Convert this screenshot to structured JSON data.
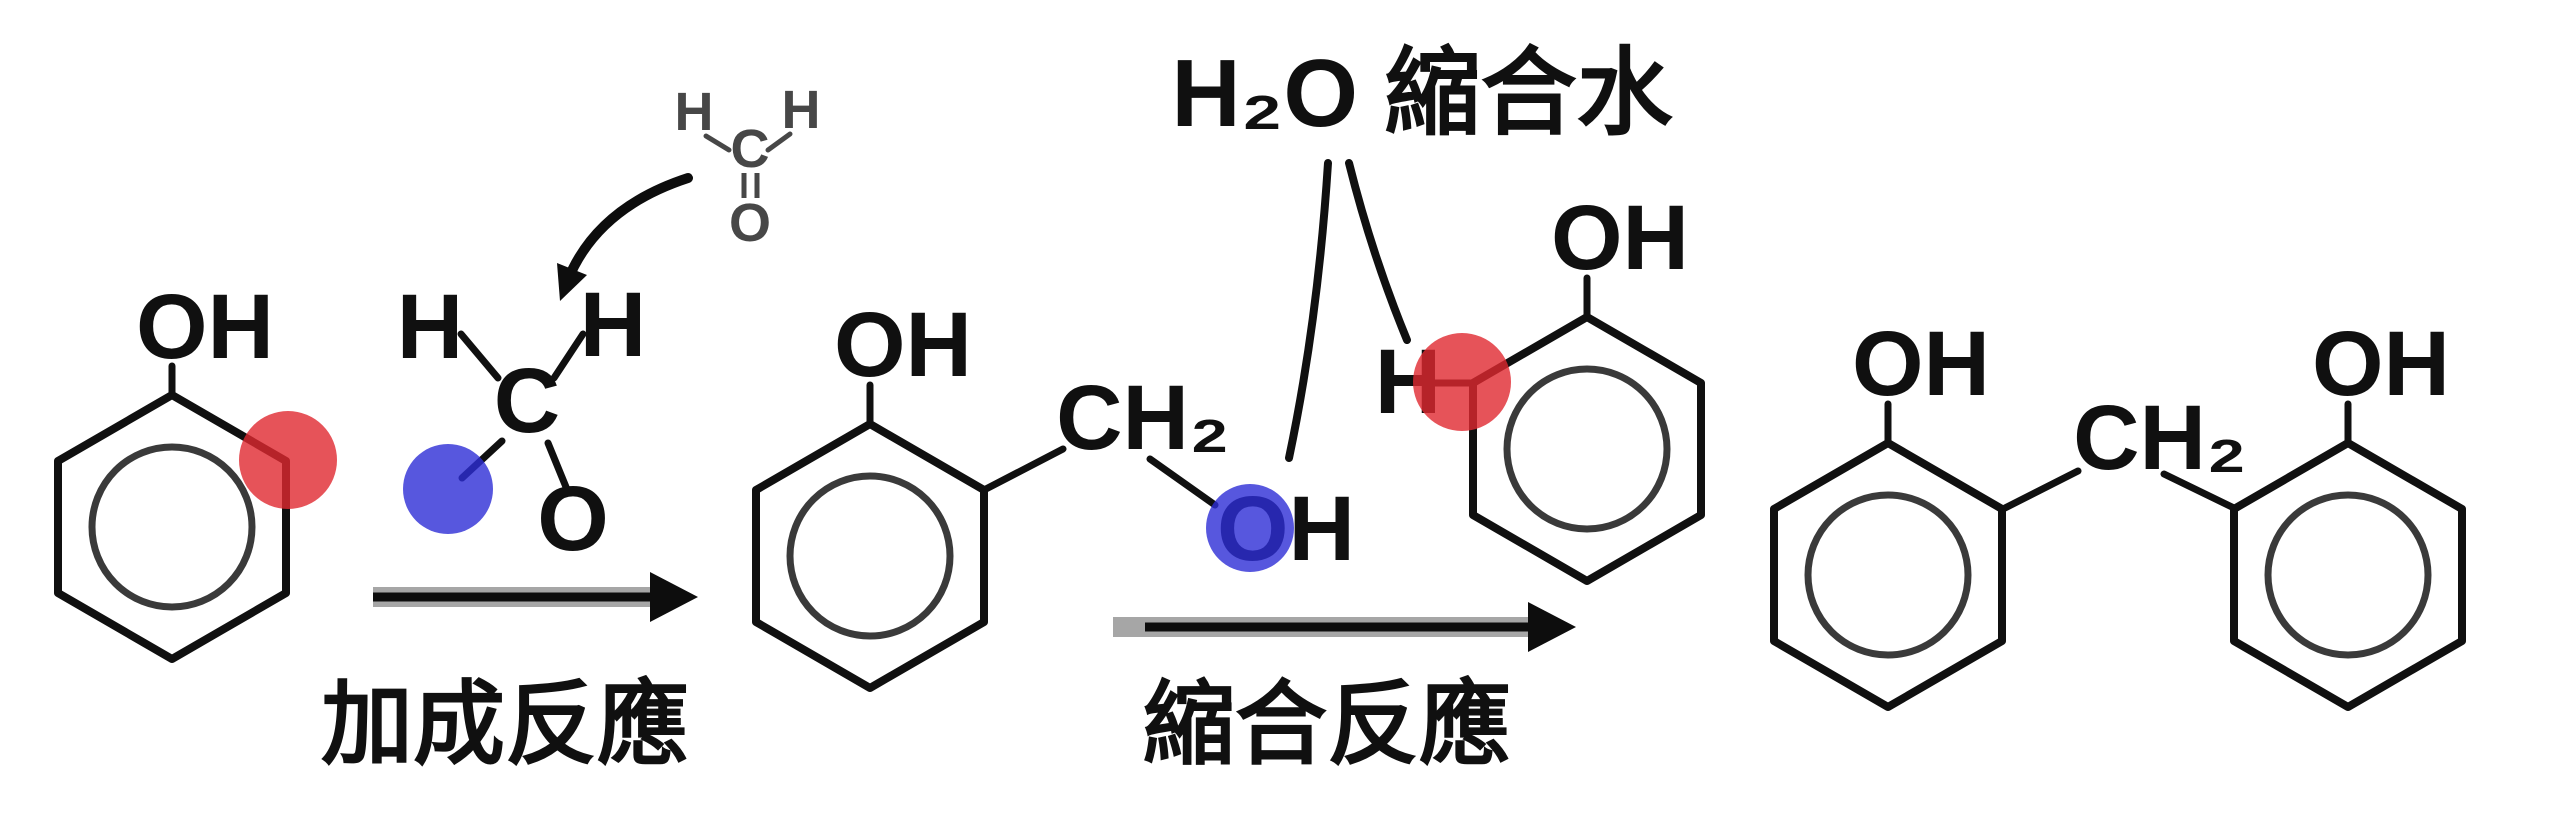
{
  "colors": {
    "highlight_red": "#e02830",
    "highlight_blue": "#2d2dd6",
    "arrow_underlay_gray": "#a6a6a6"
  },
  "labels": {
    "hydroxyl": "OH",
    "hydrogen": "H",
    "carbon": "C",
    "oxygen": "O",
    "methylene": "CH₂",
    "water": "H₂O 縮合水",
    "addition_reaction": "加成反應",
    "condensation_reaction": "縮合反應"
  }
}
